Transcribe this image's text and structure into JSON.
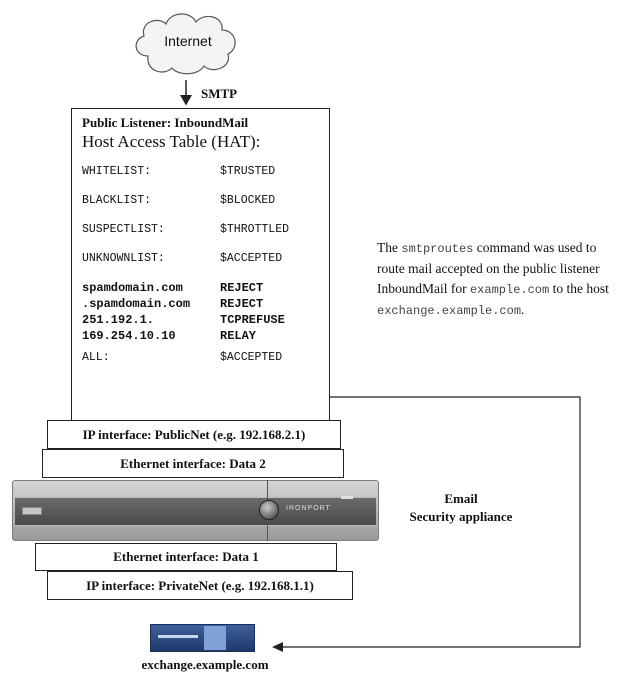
{
  "internet": {
    "label": "Internet"
  },
  "smtp_label": "SMTP",
  "listener": {
    "title": "Public Listener: InboundMail",
    "hat_title": "Host Access Table (HAT):",
    "rows": [
      {
        "key": "WHITELIST:",
        "value": "$TRUSTED",
        "bold": false
      },
      {
        "key": "BLACKLIST:",
        "value": "$BLOCKED",
        "bold": false
      },
      {
        "key": "SUSPECTLIST:",
        "value": "$THROTTLED",
        "bold": false
      },
      {
        "key": "UNKNOWNLIST:",
        "value": "$ACCEPTED",
        "bold": false
      },
      {
        "key": "spamdomain.com",
        "value": "REJECT",
        "bold": true
      },
      {
        "key": ".spamdomain.com",
        "value": "REJECT",
        "bold": true
      },
      {
        "key": "251.192.1.",
        "value": "TCPREFUSE",
        "bold": true
      },
      {
        "key": "169.254.10.10",
        "value": "RELAY",
        "bold": true
      },
      {
        "key": "ALL:",
        "value": "$ACCEPTED",
        "bold": false
      }
    ]
  },
  "note": {
    "prefix": "The ",
    "command": "smtproutes",
    "middle": " command was used to route mail accepted on the public listener InboundMail for ",
    "domain": "example.com",
    "to_host": " to the host ",
    "host": "exchange.example.com",
    "suffix": "."
  },
  "interfaces": {
    "public_ip": "IP interface: PublicNet (e.g. 192.168.2.1)",
    "eth_data2": "Ethernet interface: Data 2",
    "eth_data1": "Ethernet interface: Data 1",
    "private_ip": "IP interface: PrivateNet (e.g. 192.168.1.1)"
  },
  "appliance": {
    "brand": "IRONPORT",
    "label_line1": "Email",
    "label_line2": "Security appliance"
  },
  "server": {
    "label": "exchange.example.com"
  },
  "colors": {
    "line": "#222222",
    "server": "#2c4a80",
    "appliance": "#9a9a9a"
  }
}
